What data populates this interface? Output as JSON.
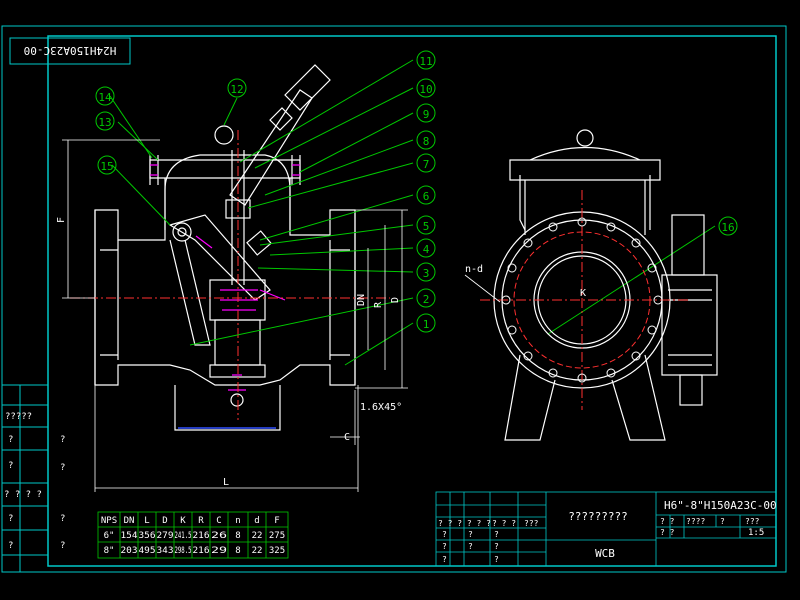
{
  "drawing_code_vertical": "H24H150A23C-00",
  "balloons": [
    "1",
    "2",
    "3",
    "4",
    "5",
    "6",
    "7",
    "8",
    "9",
    "10",
    "11",
    "12",
    "13",
    "14",
    "15",
    "16"
  ],
  "dimensions": {
    "F": "F",
    "L": "L",
    "DN": "DN",
    "R": "R",
    "D": "D",
    "C": "C",
    "K": "K",
    "nd": "n-d",
    "chamfer": "1.6X45°"
  },
  "left_column_labels": [
    "?????",
    "?",
    "?",
    "? ? ? ?",
    "?",
    "?"
  ],
  "left_column_marks": [
    "?",
    "?",
    "?",
    "?"
  ],
  "spec_table": {
    "headers": [
      "NPS",
      "DN",
      "L",
      "D",
      "K",
      "R",
      "C",
      "n",
      "d",
      "F"
    ],
    "rows": [
      [
        "6\"",
        "154",
        "356",
        "279",
        "241.5",
        "216",
        "26",
        "8",
        "22",
        "275"
      ],
      [
        "8\"",
        "203",
        "495",
        "343",
        "298.5",
        "216",
        "29",
        "8",
        "22",
        "325"
      ]
    ]
  },
  "title_block": {
    "drawing_code": "H6\"-8\"H150A23C-00",
    "title": "?????????",
    "material": "WCB",
    "scale": "1:5",
    "small_labels": [
      "? ? ? ? ? ?",
      "? ? ?",
      "???",
      "? ?",
      "????",
      "?",
      "???",
      "? ?",
      "?",
      "?",
      "?",
      "?",
      "?",
      "?",
      "?",
      "?"
    ]
  }
}
